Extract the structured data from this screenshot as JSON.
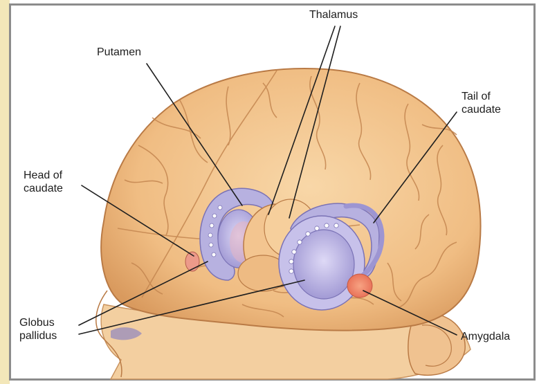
{
  "labels": {
    "thalamus": "Thalamus",
    "putamen": "Putamen",
    "tail_of_caudate": "Tail of\ncaudate",
    "head_of_caudate": "Head of\ncaudate",
    "globus_pallidus": "Globus\npallidus",
    "amygdala": "Amygdala"
  },
  "colors": {
    "background": "#ffffff",
    "frame": "#8c8c8c",
    "left_strip": "#f3e7b9",
    "brain_fill": "#f2c189",
    "brain_outline": "#b97a45",
    "skin": "#f3cfa0",
    "basal_ganglia": "#b7b1e0",
    "thalamus": "#f3c590",
    "amygdala": "#f08a6a",
    "leader_line": "#1f1f1f"
  }
}
